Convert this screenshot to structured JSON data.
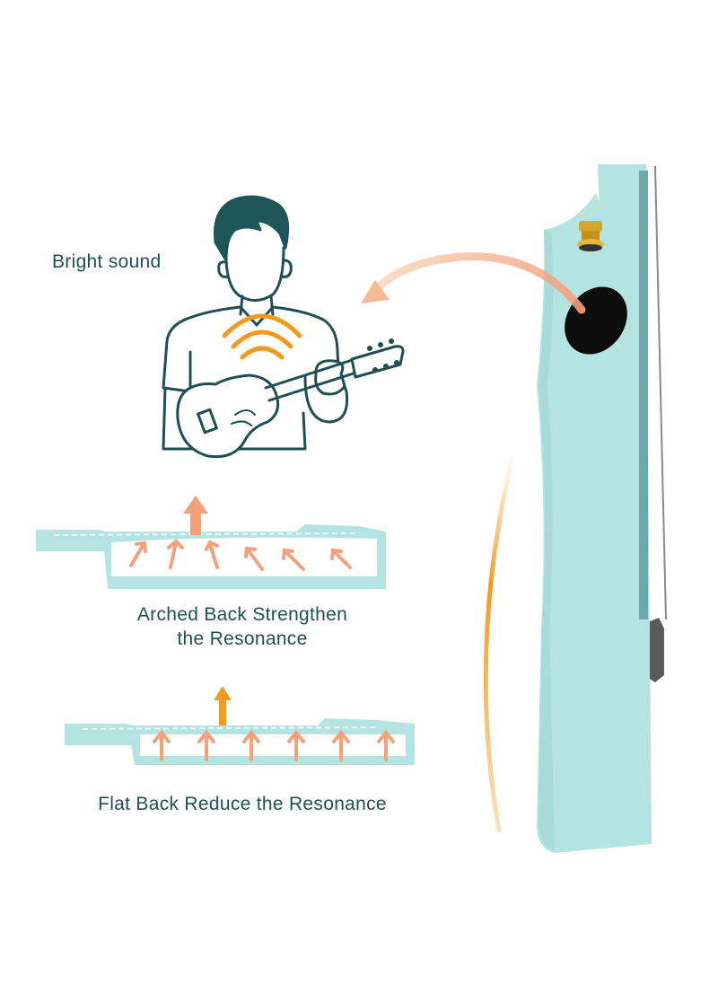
{
  "labels": {
    "bright_sound": "Bright sound",
    "arched_line1": "Arched Back Strengthen",
    "arched_line2": "the Resonance",
    "flat_caption": "Flat Back Reduce the Resonance"
  },
  "colors": {
    "ukulele_body": "#b4e4e2",
    "outline": "#1f4f52",
    "hair": "#1e5558",
    "sound_waves": "#f39a1e",
    "arrows": "#f4a07a",
    "hardware_gold": "#d9a528"
  }
}
